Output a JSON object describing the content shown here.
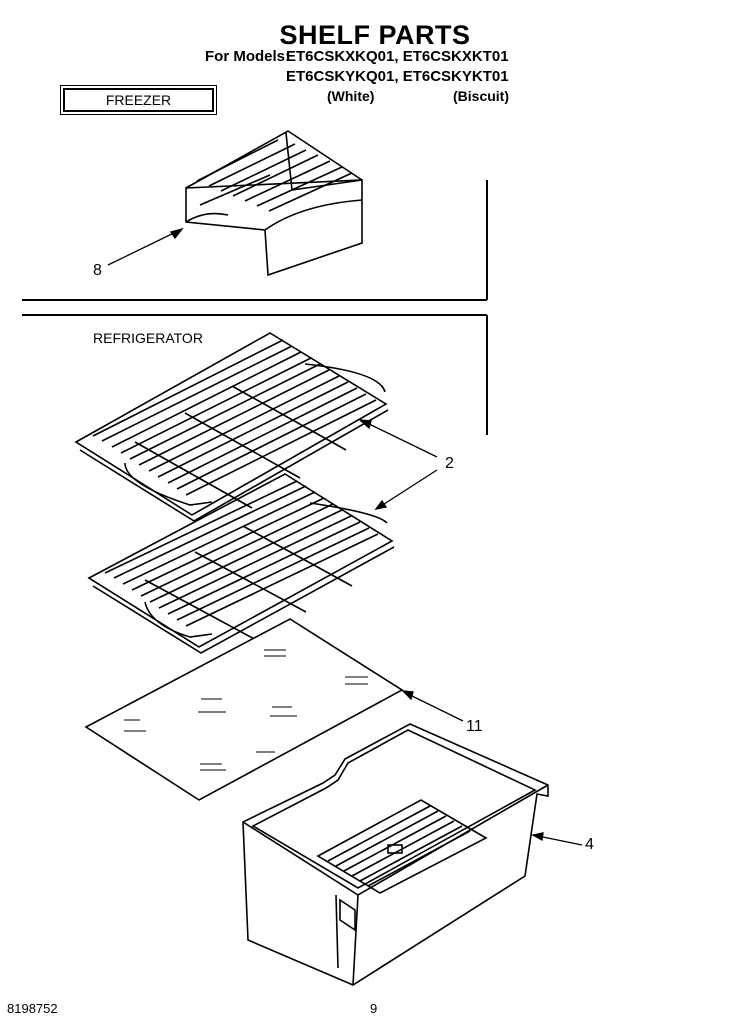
{
  "header": {
    "title": "SHELF PARTS",
    "models_label": "For Models:",
    "models_line1": "ET6CSKXKQ01, ET6CSKXKT01",
    "models_line2": "ET6CSKYKQ01, ET6CSKYKT01",
    "color_white": "(White)",
    "color_biscuit": "(Biscuit)"
  },
  "sections": {
    "freezer": "FREEZER",
    "refrigerator": "REFRIGERATOR"
  },
  "callouts": {
    "freezer_shelf": "8",
    "refrigerator_shelves": "2",
    "glass_shelf": "11",
    "crisper_drawer": "4"
  },
  "footer": {
    "document_number": "8198752",
    "page_number": "9"
  }
}
